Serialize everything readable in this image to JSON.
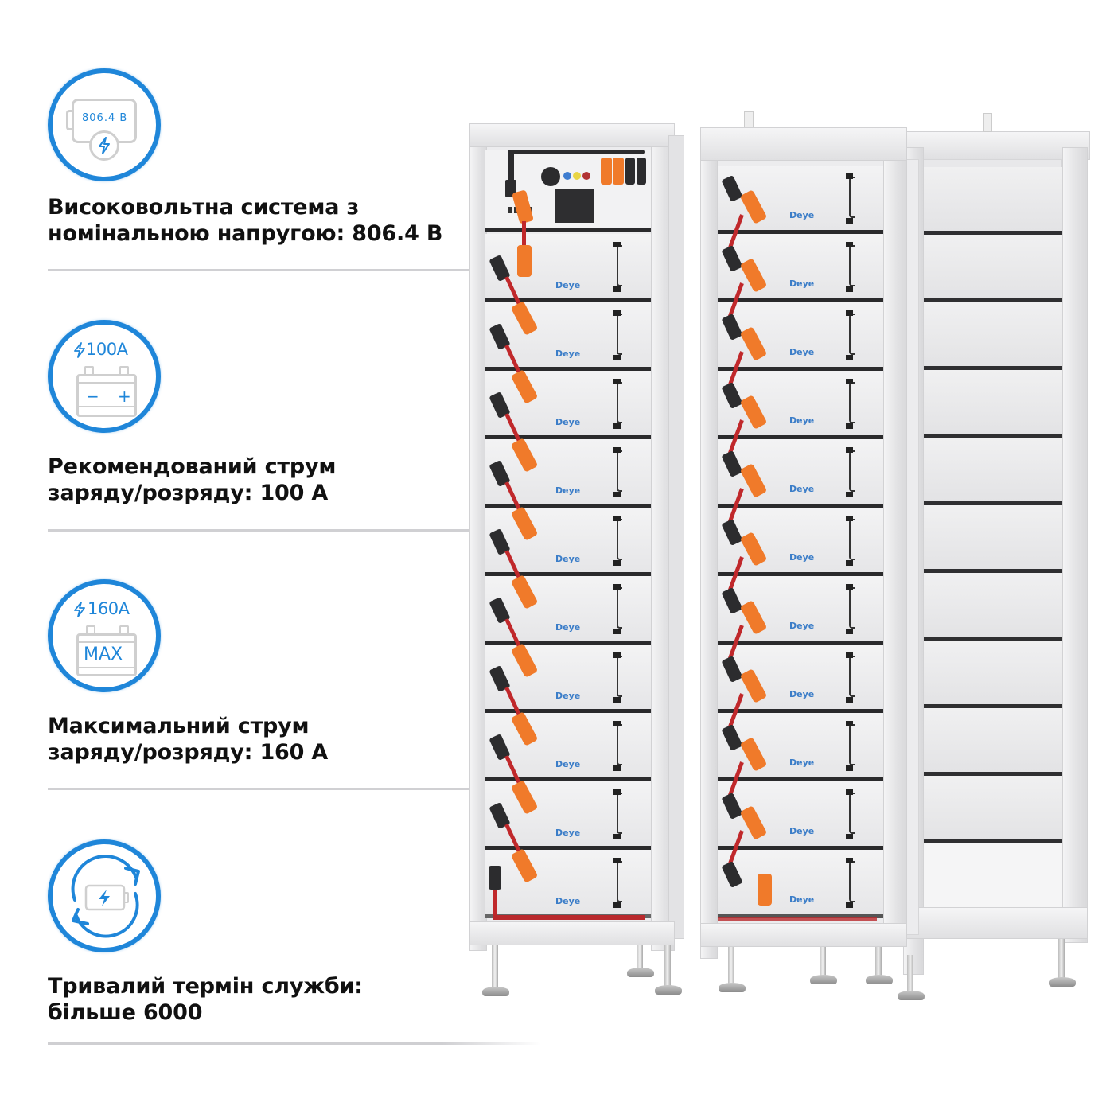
{
  "features": [
    {
      "icon": "voltage-battery-icon",
      "icon_text": "806.4 В",
      "title_line1": "Високовольтна система з",
      "title_line2": "номінальною напругою: 806.4 В"
    },
    {
      "icon": "recommended-current-battery-icon",
      "icon_text": "100A",
      "icon_signs": [
        "−",
        "+"
      ],
      "title_line1": "Рекомендований струм",
      "title_line2": "заряду/розряду: 100 А"
    },
    {
      "icon": "max-current-battery-icon",
      "icon_text": "160A",
      "icon_badge": "MAX",
      "title_line1": "Максимальний струм",
      "title_line2": "заряду/розряду: 160 А"
    },
    {
      "icon": "cycle-life-battery-icon",
      "title_line1": "Тривалий термін служби:",
      "title_line2": "більше 6000"
    }
  ],
  "illustration": {
    "description": "Deye high-voltage battery racks",
    "brand_label": "Deye",
    "left_rack_modules": 10,
    "middle_rack_modules": 11,
    "right_rack_slots": 11
  },
  "colors": {
    "accent_blue": "#1f86d9",
    "icon_gray": "#cfcfcf",
    "cable_orange": "#f07a2a",
    "cable_red": "#c0282b",
    "divider": "#d0d0d3"
  }
}
